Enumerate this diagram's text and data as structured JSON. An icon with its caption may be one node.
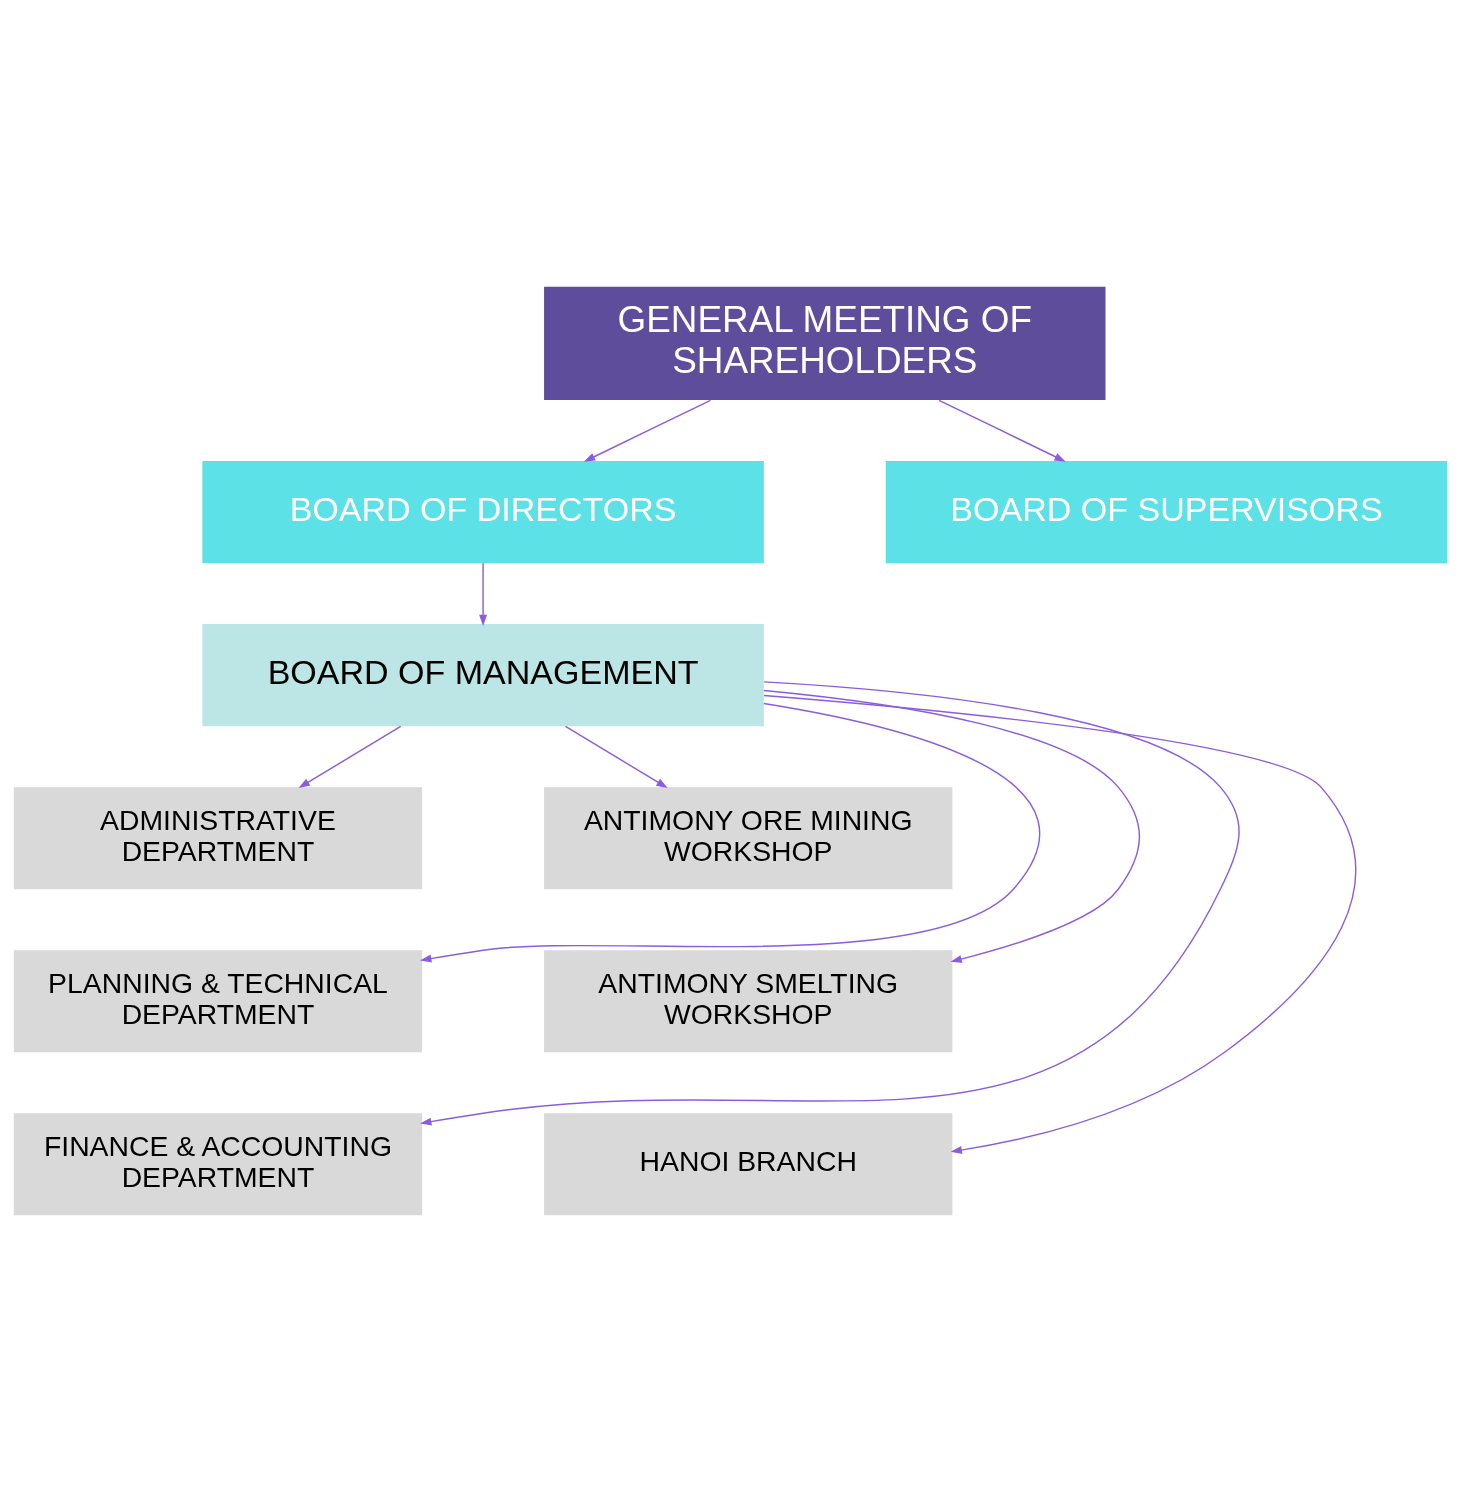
{
  "diagram": {
    "nodes": [
      {
        "text": [
          "GENERAL MEETING OF SHAREHOLDERS"
        ]
      },
      {
        "text": [
          "BOARD OF DIRECTORS"
        ]
      },
      {
        "text": [
          "BOARD OF SUPERVISORS"
        ]
      },
      {
        "text": [
          "BOARD OF MANAGEMENT"
        ]
      },
      {
        "text": [
          "ADMINISTRATIVE DEPARTMENT"
        ]
      },
      {
        "text": [
          "ANTIMONY ORE MINING WORKSHOP"
        ]
      },
      {
        "text": [
          "PLANNING & TECHNICAL DEPARTMENT"
        ]
      },
      {
        "text": [
          "ANTIMONY SMELTING WORKSHOP"
        ]
      },
      {
        "text": [
          "FINANCE & ACCOUNTING DEPARTMENT"
        ]
      },
      {
        "text": [
          "HANOI BRANCH"
        ]
      }
    ],
    "edges": [
      {
        "from": 0,
        "to": 1,
        "arrow": "to"
      },
      {
        "from": 0,
        "to": 2,
        "arrow": "to"
      },
      {
        "from": 1,
        "to": 3,
        "arrow": "to"
      },
      {
        "from": 3,
        "to": 4,
        "arrow": "to"
      },
      {
        "from": 3,
        "to": 5,
        "arrow": "to"
      },
      {
        "from": 3,
        "to": 6,
        "arrow": "to"
      },
      {
        "from": 3,
        "to": 7,
        "arrow": "to"
      },
      {
        "from": 3,
        "to": 8,
        "arrow": "to"
      },
      {
        "from": 3,
        "to": 9,
        "arrow": "to"
      }
    ]
  }
}
